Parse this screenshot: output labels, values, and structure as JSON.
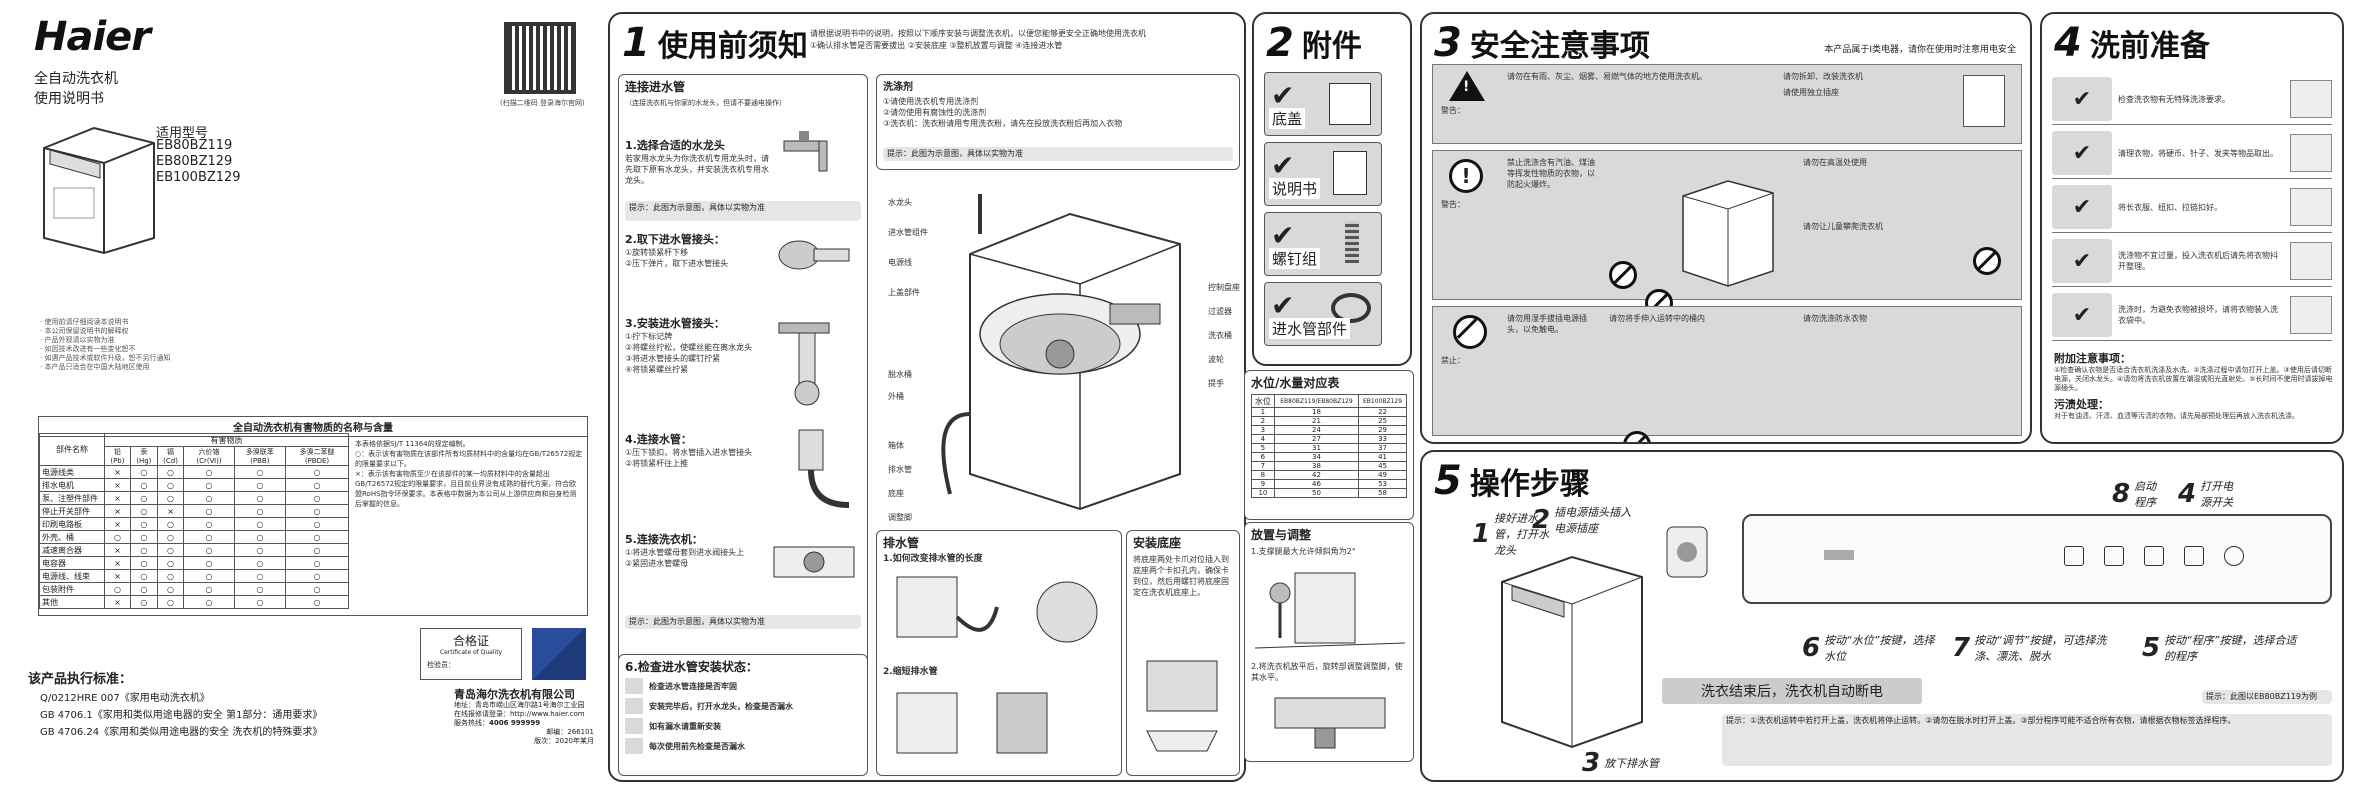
{
  "cover": {
    "brand": "Haier",
    "product_type": "全自动洗衣机",
    "manual": "使用说明书",
    "models_label": "适用型号",
    "models": [
      "EB80BZ119",
      "EB80BZ129",
      "EB100BZ129"
    ],
    "qr_caption": "(扫描二维码 登录海尔官网)",
    "notices": [
      "· 使用前请仔细阅读本说明书",
      "· 本公司保留说明书的解释权",
      "· 产品外观请以实物为准",
      "· 如因技术改进有一些变化恕不",
      "· 如遇产品技术或软件升级，恕不另行通知",
      "· 本产品只适合在中国大陆地区使用"
    ],
    "hazard_table": {
      "title": "全自动洗衣机有害物质的名称与含量",
      "part_header": "部件名称",
      "substance_header": "有害物质",
      "substances": [
        "铅(Pb)",
        "汞(Hg)",
        "镉(Cd)",
        "六价铬(Cr(Ⅵ))",
        "多溴联苯(PBB)",
        "多溴二苯醚(PBDE)"
      ],
      "rows": [
        {
          "part": "电源线类",
          "marks": [
            "×",
            "○",
            "○",
            "○",
            "○",
            "○"
          ]
        },
        {
          "part": "排水电机",
          "marks": [
            "×",
            "○",
            "○",
            "○",
            "○",
            "○"
          ]
        },
        {
          "part": "泵、注塑件部件",
          "marks": [
            "×",
            "○",
            "○",
            "○",
            "○",
            "○"
          ]
        },
        {
          "part": "停止开关部件",
          "marks": [
            "×",
            "○",
            "×",
            "○",
            "○",
            "○"
          ]
        },
        {
          "part": "印刷电路板",
          "marks": [
            "×",
            "○",
            "○",
            "○",
            "○",
            "○"
          ]
        },
        {
          "part": "外壳、桶",
          "marks": [
            "○",
            "○",
            "○",
            "○",
            "○",
            "○"
          ]
        },
        {
          "part": "减速离合器",
          "marks": [
            "×",
            "○",
            "○",
            "○",
            "○",
            "○"
          ]
        },
        {
          "part": "电容器",
          "marks": [
            "×",
            "○",
            "○",
            "○",
            "○",
            "○"
          ]
        },
        {
          "part": "电源线、线束",
          "marks": [
            "×",
            "○",
            "○",
            "○",
            "○",
            "○"
          ]
        },
        {
          "part": "包装附件",
          "marks": [
            "○",
            "○",
            "○",
            "○",
            "○",
            "○"
          ]
        },
        {
          "part": "其他",
          "marks": [
            "×",
            "○",
            "○",
            "○",
            "○",
            "○"
          ]
        }
      ],
      "notes": "本表格依据SJ/T 11364的规定编制。\n○：表示该有害物质在该部件所有均质材料中的含量均在GB/T26572规定的限量要求以下。\n×：表示该有害物质至少在该部件的某一均质材料中的含量超出GB/T26572规定的限量要求，且目前业界没有成熟的替代方案，符合欧盟RoHS指令环保要求。本表格中数据为本公司从上游供应商和自身检测后掌握的信息。"
    },
    "cert_label": "合格证",
    "cert_sub": "Certificate of Quality",
    "inspector": "检验员：",
    "standards_title": "该产品执行标准：",
    "standards": [
      "Q/0212HRE 007《家用电动洗衣机》",
      "GB 4706.1《家用和类似用途电器的安全 第1部分：通用要求》",
      "GB 4706.24《家用和类似用途电器的安全 洗衣机的特殊要求》"
    ],
    "company": "青岛海尔洗衣机有限公司",
    "address": "地址：青岛市崂山区海尔路1号海尔工业园",
    "website_label": "在线报修请登录：",
    "website": "http://www.haier.com",
    "hotline_label": "服务热线：",
    "hotline": "4006 999999",
    "postcode": "邮编：266101",
    "date_label": "版次：2020年某月"
  },
  "panel1": {
    "num": "1",
    "title": "使用前须知",
    "intro": "请根据说明书中的说明，按照以下顺序安装与调整洗衣机，以便您能够更安全正确地使用洗衣机",
    "intro2": "①确认排水管是否需要拔出  ②安装底座  ③整机放置与调整  ④连接进水管",
    "connect_title": "连接进水管",
    "connect_sub": "（连接洗衣机与你家的水龙头，但请不要通电操作）",
    "step1": "1.选择合适的水龙头",
    "step1_text": "若家用水龙头为你洗衣机专用龙头时，请先取下原有水龙头，并安装洗衣机专用水龙头。",
    "step2": "2.取下进水管接头：",
    "step2_items": [
      "①旋转锁紧杆下移",
      "②压下弹片，取下进水管接头"
    ],
    "step3": "3.安装进水管接头：",
    "step3_items": [
      "①拧下标记牌",
      "②将螺丝拧松，使螺丝能在离水龙头",
      "③将进水管接头的螺钉拧紧",
      "④将锁紧螺丝拧紧"
    ],
    "step4": "4.连接水管：",
    "step4_items": [
      "①压下锁扣，将水管插入进水管接头",
      "②将锁紧杆往上推"
    ],
    "step5": "5.连接洗衣机：",
    "step5_items": [
      "①将进水管螺母套到进水阀接头上",
      "②紧固进水管螺母"
    ],
    "step6": "6.检查进水管安装状态：",
    "step6_items": [
      "检查进水管连接是否牢固",
      "安装完毕后，打开水龙头，检查是否漏水",
      "如有漏水请重新安装",
      "每次使用前先检查是否漏水"
    ],
    "washing_title": "洗涤剂",
    "washing_items": [
      "①请使用洗衣机专用洗涤剂",
      "②请勿使用有腐蚀性的洗涤剂",
      "③洗衣机：洗衣粉请用专用洗衣粉，请先在投放洗衣粉后再加入衣物"
    ],
    "diagram_labels": [
      "水龙头",
      "进水管组件",
      "电源线",
      "上盖部件",
      "脱水桶",
      "控制盘座",
      "过滤器",
      "洗衣桶",
      "波轮",
      "调整脚",
      "底座",
      "提手",
      "箱体",
      "排水管",
      "外桶"
    ],
    "drain_title": "排水管",
    "drain_step1": "1.如何改变排水管的长度",
    "drain_step2": "2.缩短排水管",
    "base_title": "安装底座",
    "base_text": "将底座两处卡爪对位插入到底座两个卡扣孔内，确保卡到位，然后用螺钉将底座固定在洗衣机底座上。",
    "place_title": "放置与调整",
    "place_step1": "1.支撑腿最大允许倾斜角为2°",
    "place_step2": "2.将洗衣机放平后，旋转部调整调整脚，使其水平。",
    "water_table_title": "水位/水量对应表",
    "water_table_headers": [
      "水位",
      "EB80BZ119/EB80BZ129",
      "EB100BZ129"
    ],
    "water_table_rows": [
      [
        "1",
        "18",
        "22"
      ],
      [
        "2",
        "21",
        "25"
      ],
      [
        "3",
        "24",
        "29"
      ],
      [
        "4",
        "27",
        "33"
      ],
      [
        "5",
        "31",
        "37"
      ],
      [
        "6",
        "34",
        "41"
      ],
      [
        "7",
        "38",
        "45"
      ],
      [
        "8",
        "42",
        "49"
      ],
      [
        "9",
        "46",
        "53"
      ],
      [
        "10",
        "50",
        "58"
      ]
    ],
    "hint_text": "提示：此图为示意图，具体以实物为准"
  },
  "panel2": {
    "num": "2",
    "title": "附件",
    "items": [
      "底盖",
      "说明书",
      "螺钉组",
      "进水管部件"
    ]
  },
  "panel3": {
    "num": "3",
    "title": "安全注意事项",
    "subtitle": "本产品属于Ⅰ类电器，请你在使用时注意用电安全",
    "warnings": [
      {
        "label": "警告：",
        "text": "请勿在有雨、灰尘、烟雾、易燃气体的地方使用洗衣机。"
      },
      {
        "label": "警告：",
        "text": "禁止洗涤含有汽油、煤油等挥发性物质的衣物，以防起火爆炸。"
      },
      {
        "label": "禁止：",
        "text": "请勿用湿手拔插电源插头，以免触电。"
      }
    ],
    "items": [
      "请勿拆卸、改装洗衣机",
      "请使用独立插座",
      "请勿在高温处使用",
      "请勿让儿童攀爬洗衣机",
      "请勿将手伸入运转中的桶内",
      "请勿洗涤防水衣物"
    ]
  },
  "panel4": {
    "num": "4",
    "title": "洗前准备",
    "items": [
      "检查洗衣物有无特殊洗涤要求。",
      "清理衣物，将硬币、针子、发夹等物品取出。",
      "将长衣服、纽扣、拉链扣好。",
      "洗涤物不宜过量，投入洗衣机后请先将衣物抖开整理。",
      "洗涤时，为避免衣物被损坏，请将衣物装入洗衣袋中。"
    ],
    "notes_title": "附加注意事项：",
    "notes": "①检查确认衣物是否适合洗衣机洗涤及水洗。②洗涤过程中请勿打开上盖。③使用后请切断电源，关闭水龙头。④请勿将洗衣机放置在潮湿或阳光直射处。⑤长时间不使用时请拔掉电源插头。",
    "pollution_title": "污渍处理：",
    "pollution_text": "对于有油渍、汗渍、血渍等污渍的衣物，请先局部预处理后再放入洗衣机洗涤。"
  },
  "panel5": {
    "num": "5",
    "title": "操作步骤",
    "steps": [
      {
        "n": "1",
        "text": "接好进水管，打开水龙头"
      },
      {
        "n": "2",
        "text": "插电源插头插入电源插座"
      },
      {
        "n": "3",
        "text": "放下排水管"
      },
      {
        "n": "4",
        "text": "打开电源开关"
      },
      {
        "n": "5",
        "text": "按动“程序”按键，选择合适的程序"
      },
      {
        "n": "6",
        "text": "按动“水位”按键，选择水位"
      },
      {
        "n": "7",
        "text": "按动“调节”按键，可选择洗涤、漂洗、脱水"
      },
      {
        "n": "8",
        "text": "启动程序"
      }
    ],
    "finish_banner": "洗衣结束后，洗衣机自动断电",
    "panel_hint": "提示：此图以EB80BZ119为例",
    "tips": "提示：①洗衣机运转中若打开上盖，洗衣机将停止运转。②请勿在脱水时打开上盖。③部分程序可能不适合所有衣物，请根据衣物标签选择程序。"
  }
}
